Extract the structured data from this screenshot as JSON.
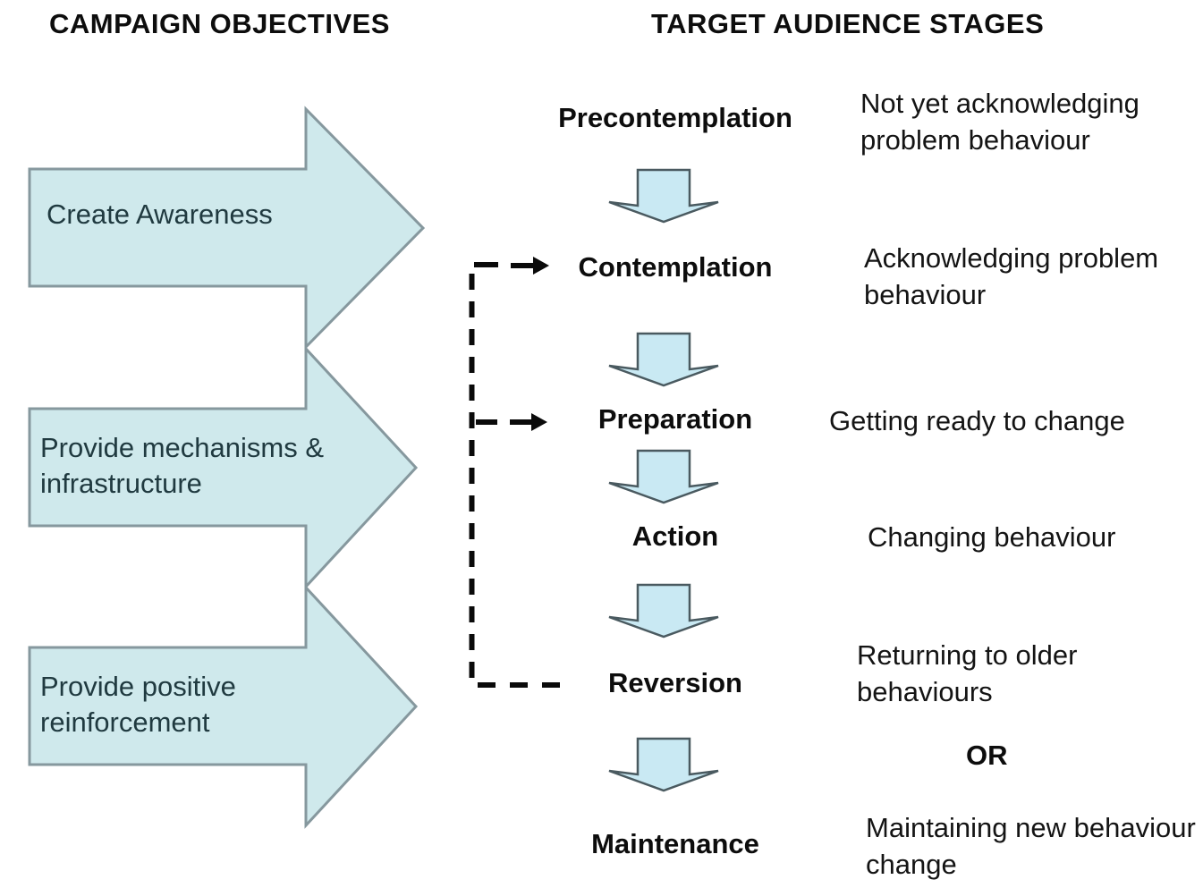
{
  "headers": {
    "left": "CAMPAIGN OBJECTIVES",
    "right": "TARGET AUDIENCE STAGES"
  },
  "objectives": [
    {
      "label": "Create Awareness"
    },
    {
      "label": "Provide mechanisms & infrastructure"
    },
    {
      "label": "Provide positive reinforcement"
    }
  ],
  "stages": [
    {
      "name": "Precontemplation",
      "description": "Not yet acknowledging problem behaviour"
    },
    {
      "name": "Contemplation",
      "description": "Acknowledging problem behaviour"
    },
    {
      "name": "Preparation",
      "description": "Getting ready to change"
    },
    {
      "name": "Action",
      "description": "Changing behaviour"
    },
    {
      "name": "Reversion",
      "description": "Returning to older behaviours"
    },
    {
      "name": "Maintenance",
      "description": "Maintaining new behaviour change"
    }
  ],
  "alternative_label": "OR",
  "icons": {
    "objective_arrow": "right-block-arrow-icon",
    "stage_arrow": "down-block-arrow-icon",
    "connector": "dashed-elbow-arrow-icon"
  },
  "colors": {
    "background": "#ffffff",
    "objective_arrow_fill": "#cfe9ec",
    "objective_arrow_border": "#86989e",
    "stage_arrow_fill": "#c9e9f3",
    "stage_arrow_border": "#4a5a60",
    "connector": "#0a0a0a",
    "heading_text": "#0d0d0d",
    "stage_text": "#0d0d0d",
    "description_text": "#141414",
    "objective_text": "#203a40"
  }
}
